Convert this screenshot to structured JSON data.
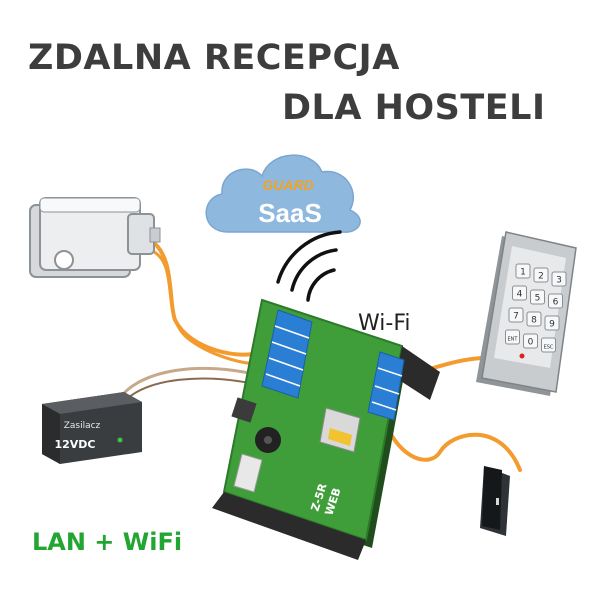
{
  "heading": {
    "line1": "ZDALNA RECEPCJA",
    "line2": "DLA HOSTELI"
  },
  "cloud": {
    "brand": "GUARD",
    "product": "SaaS"
  },
  "wifi_label": "Wi-Fi",
  "power_supply": {
    "label": "Zasilacz",
    "voltage": "12VDC"
  },
  "controller": {
    "model_line1": "Z-5R",
    "model_line2": "WEB"
  },
  "keypad": {
    "keys": [
      "1",
      "2",
      "3",
      "4",
      "5",
      "6",
      "7",
      "8",
      "9",
      "ENT",
      "0",
      "ESC"
    ]
  },
  "footer": "LAN + WiFi",
  "colors": {
    "heading": "#3d3d3d",
    "footer": "#23a532",
    "pcb": "#3f9e3a",
    "cable": "#f39b2e",
    "terminal": "#2a7fd4",
    "cloud": "#8fb8df",
    "brand": "#f5a21b",
    "product": "#ffffff"
  },
  "icons": [
    "door-lock-icon",
    "cloud-icon",
    "wifi-icon",
    "keypad-reader-icon",
    "power-supply-icon",
    "door-exit-icon",
    "controller-board-icon"
  ]
}
